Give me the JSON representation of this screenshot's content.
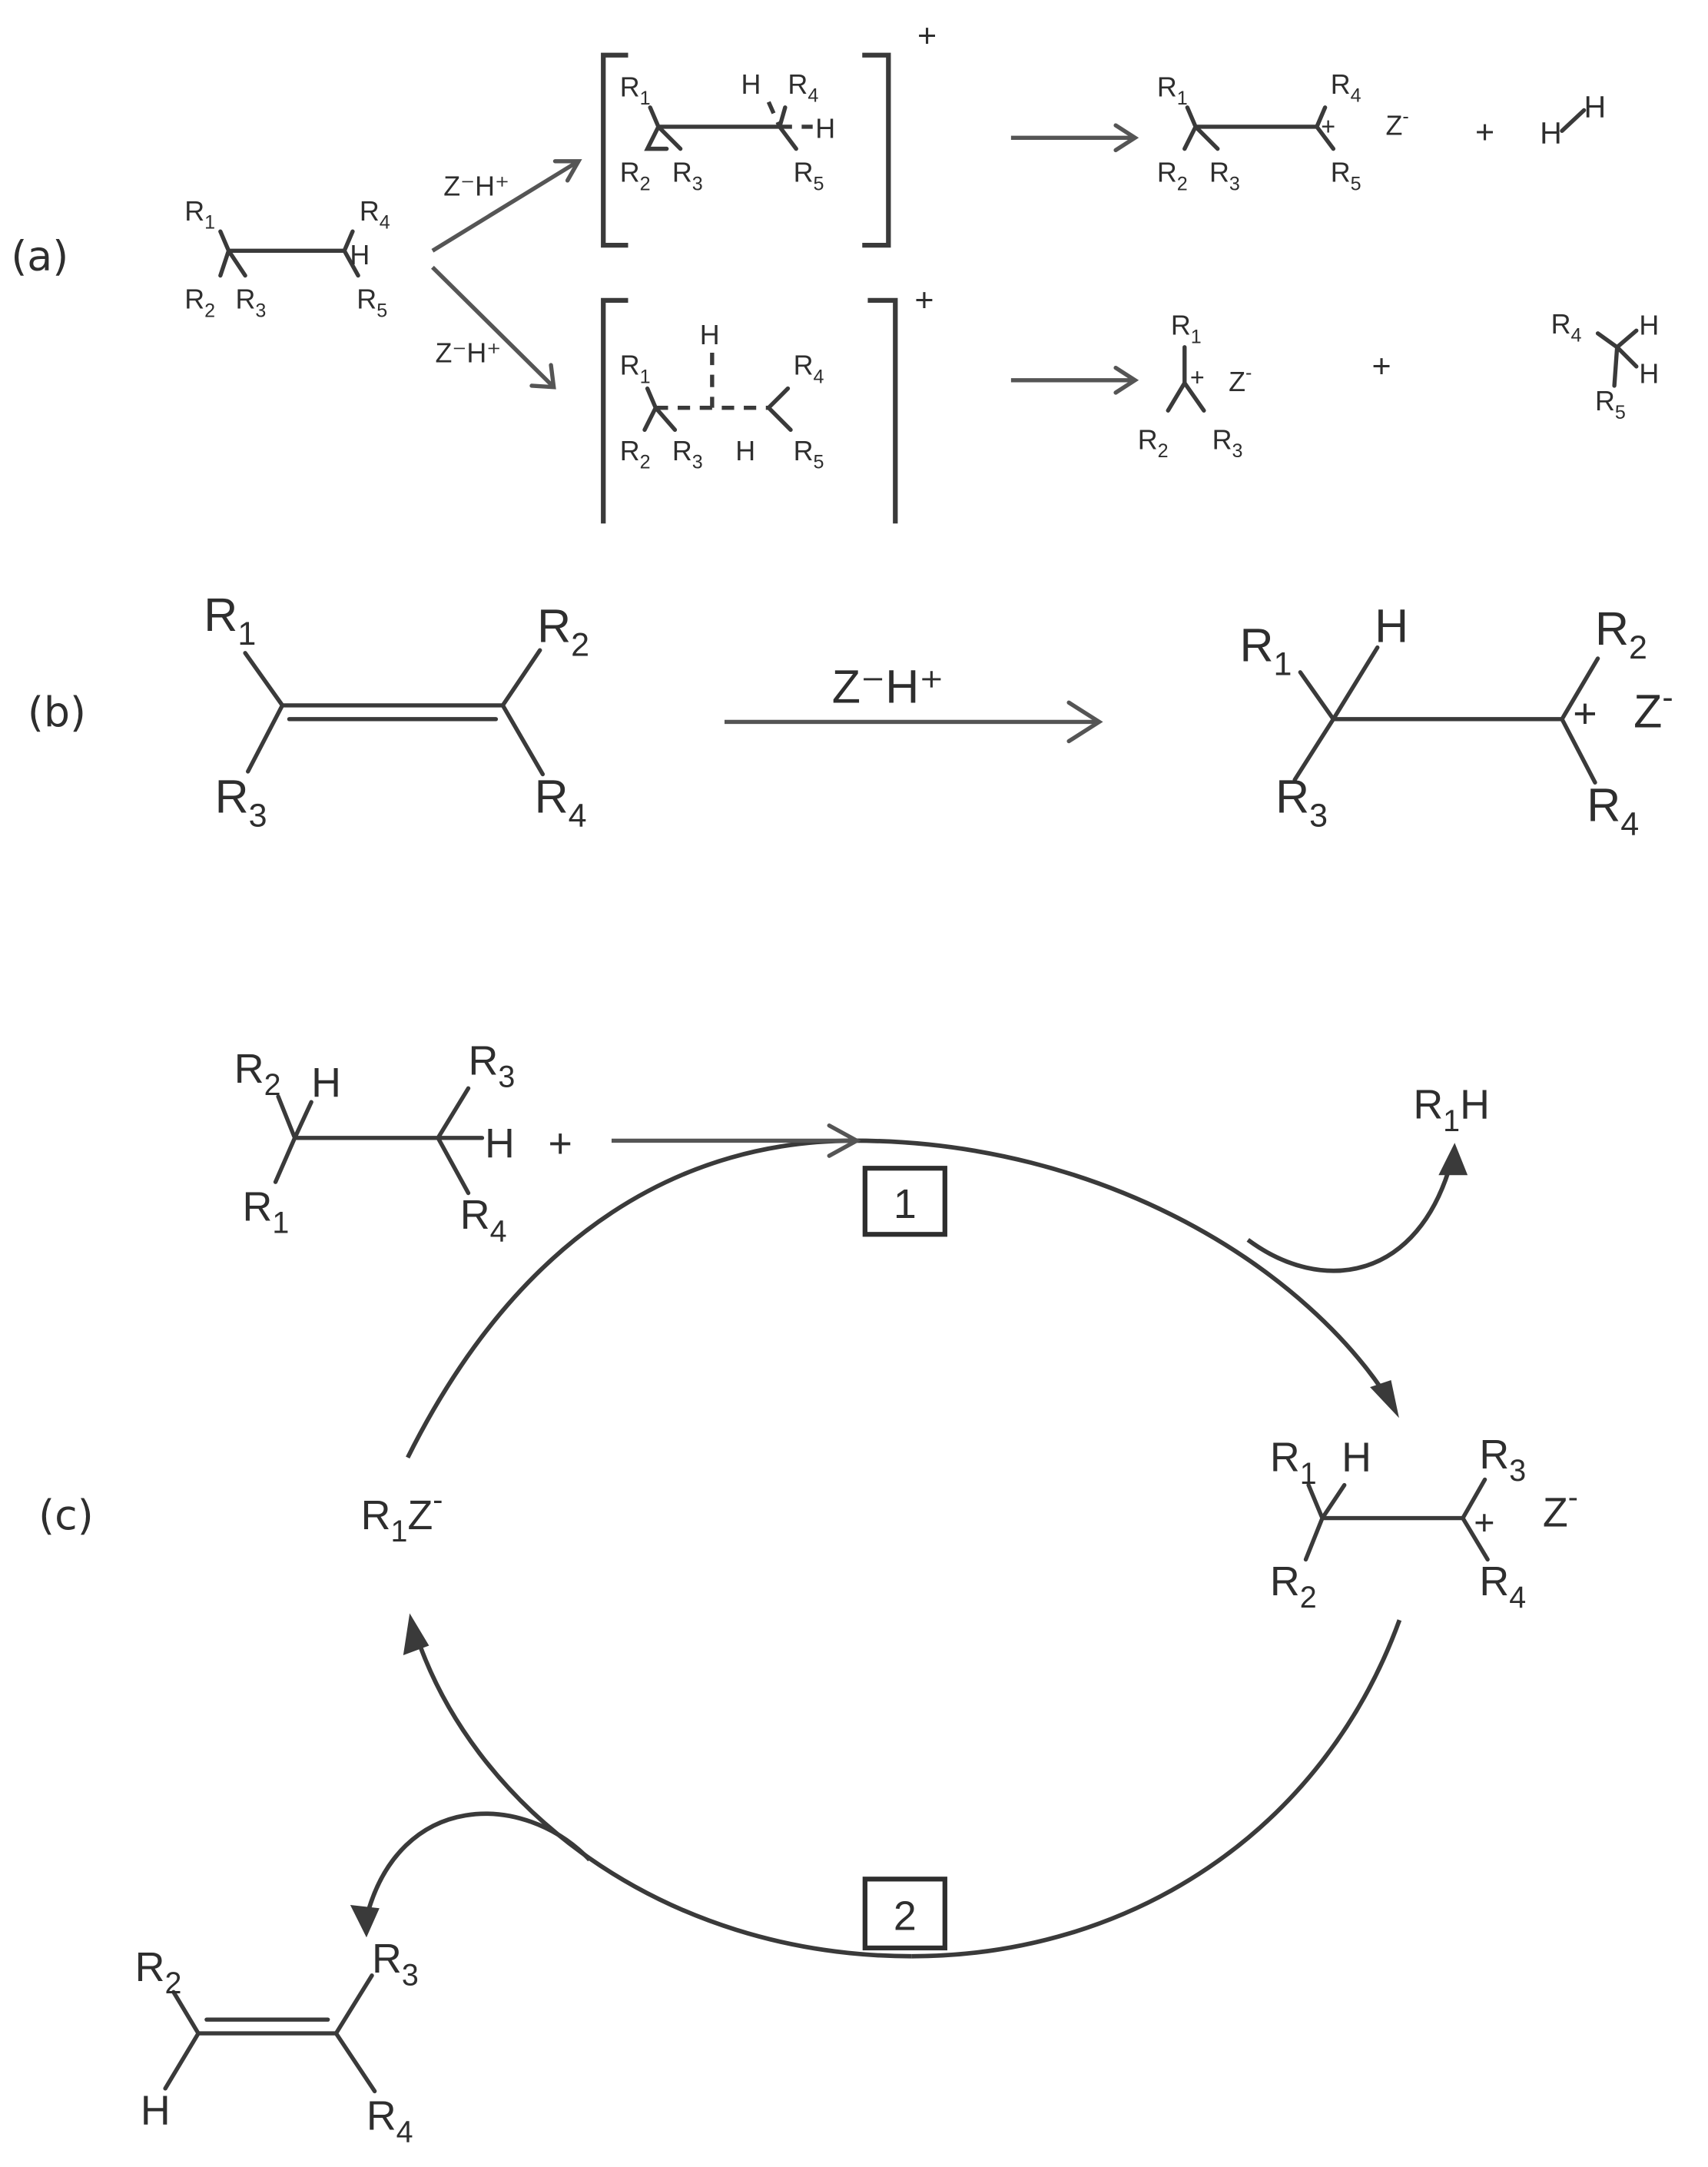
{
  "diagram": {
    "panels": [
      {
        "id": "a",
        "label": "(a)"
      },
      {
        "id": "b",
        "label": "(b)"
      },
      {
        "id": "c",
        "label": "(c)"
      }
    ],
    "symbols": {
      "R": "R",
      "H": "H",
      "Z": "Z",
      "minus": "-",
      "plus": "+",
      "sub_1": "1",
      "sub_2": "2",
      "sub_3": "3",
      "sub_4": "4",
      "sub_5": "5"
    },
    "reagent": {
      "text": "Z⁻H⁺"
    },
    "cycle": {
      "steps": [
        {
          "number": "1"
        },
        {
          "number": "2"
        }
      ]
    }
  }
}
